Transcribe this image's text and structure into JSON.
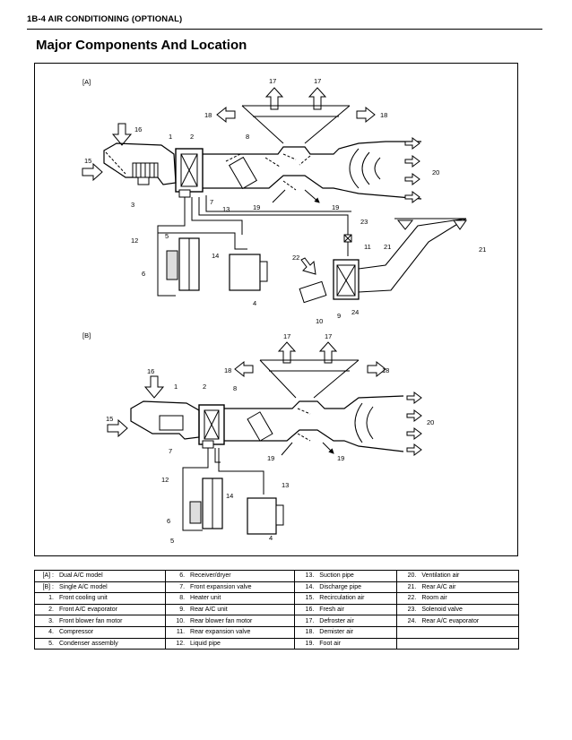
{
  "header": {
    "running_head": "1B-4 AIR CONDITIONING (OPTIONAL)"
  },
  "page": {
    "title": "Major Components And Location"
  },
  "diagram": {
    "panel_a_label": "[A]",
    "panel_b_label": "[B]",
    "callouts_a": [
      "17",
      "17",
      "18",
      "18",
      "16",
      "1",
      "2",
      "8",
      "15",
      "20",
      "3",
      "7",
      "13",
      "19",
      "19",
      "23",
      "12",
      "5",
      "14",
      "11",
      "21",
      "21",
      "22",
      "6",
      "4",
      "9",
      "24",
      "10"
    ],
    "callouts_b": [
      "17",
      "17",
      "18",
      "18",
      "16",
      "1",
      "2",
      "8",
      "15",
      "20",
      "7",
      "19",
      "19",
      "12",
      "13",
      "14",
      "6",
      "5",
      "4"
    ]
  },
  "legend": {
    "rows": [
      [
        {
          "n": "[A] :",
          "t": "Dual A/C model"
        },
        {
          "n": "6.",
          "t": "Receiver/dryer"
        },
        {
          "n": "13.",
          "t": "Suction pipe"
        },
        {
          "n": "20.",
          "t": "Ventilation air"
        }
      ],
      [
        {
          "n": "[B] :",
          "t": "Single A/C model"
        },
        {
          "n": "7.",
          "t": "Front expansion valve"
        },
        {
          "n": "14.",
          "t": "Discharge pipe"
        },
        {
          "n": "21.",
          "t": "Rear A/C air"
        }
      ],
      [
        {
          "n": "1.",
          "t": "Front cooling unit"
        },
        {
          "n": "8.",
          "t": "Heater unit"
        },
        {
          "n": "15.",
          "t": "Recirculation air"
        },
        {
          "n": "22.",
          "t": "Room air"
        }
      ],
      [
        {
          "n": "2.",
          "t": "Front A/C evaporator"
        },
        {
          "n": "9.",
          "t": "Rear A/C unit"
        },
        {
          "n": "16.",
          "t": "Fresh air"
        },
        {
          "n": "23.",
          "t": "Solenoid valve"
        }
      ],
      [
        {
          "n": "3.",
          "t": "Front blower fan motor"
        },
        {
          "n": "10.",
          "t": "Rear blower fan motor"
        },
        {
          "n": "17.",
          "t": "Defroster air"
        },
        {
          "n": "24.",
          "t": "Rear A/C evaporator"
        }
      ],
      [
        {
          "n": "4.",
          "t": "Compressor"
        },
        {
          "n": "11.",
          "t": "Rear expansion valve"
        },
        {
          "n": "18.",
          "t": "Demister air"
        },
        {
          "n": "",
          "t": ""
        }
      ],
      [
        {
          "n": "5.",
          "t": "Condenser assembly"
        },
        {
          "n": "12.",
          "t": "Liquid pipe"
        },
        {
          "n": "19.",
          "t": "Foot air"
        },
        {
          "n": "",
          "t": ""
        }
      ]
    ]
  }
}
